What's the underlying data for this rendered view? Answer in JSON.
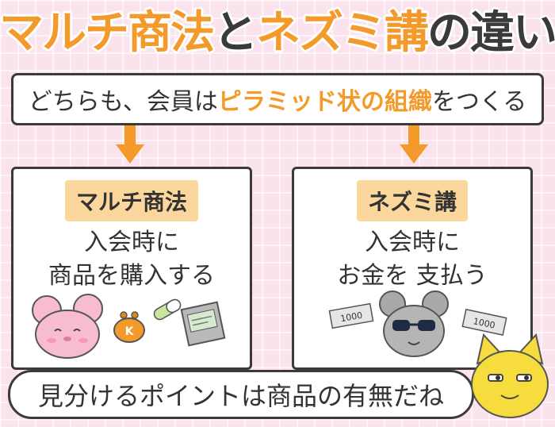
{
  "title": {
    "part1": "マルチ商法",
    "part2": "と",
    "part3": "ネズミ講",
    "part4": "の違い"
  },
  "top": {
    "prefix": "どちらも、会員は",
    "highlight": "ピラミッド状の組織",
    "suffix": "をつくる"
  },
  "left": {
    "label": "マルチ商法",
    "line1": "入会時に",
    "line2": "商品を購入する"
  },
  "right": {
    "label": "ネズミ講",
    "line1": "入会時に",
    "line2": "お金を 支払う"
  },
  "bottom": {
    "text": "見分けるポイントは商品の有無だね"
  },
  "illustrations": {
    "coin_letter": "K",
    "bill_text": "1000"
  },
  "colors": {
    "accent": "#f39a2b",
    "label_bg": "#fbd79e",
    "background": "#fbe3ee",
    "outline": "#3a3a3a"
  }
}
